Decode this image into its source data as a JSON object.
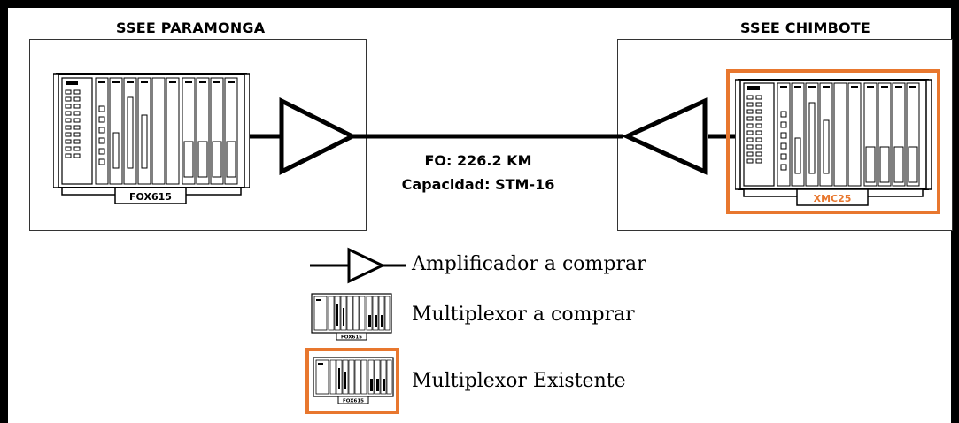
{
  "stations": {
    "left": {
      "name": "SSEE PARAMONGA",
      "device_label": "FOX615"
    },
    "right": {
      "name": "SSEE CHIMBOTE",
      "device_label": "XMC25"
    }
  },
  "link": {
    "distance": "FO: 226.2 KM",
    "capacity": "Capacidad: STM-16"
  },
  "legend": {
    "amplifier": "Amplificador a comprar",
    "mux_new": "Multiplexor a comprar",
    "mux_existing": "Multiplexor Existente",
    "mini_label": "FOX615"
  },
  "colors": {
    "existing_highlight": "#e8772e",
    "line": "#000000"
  },
  "icons": {
    "amplifier": "triangle-amplifier-icon",
    "multiplexer": "rack-multiplexer-icon"
  }
}
